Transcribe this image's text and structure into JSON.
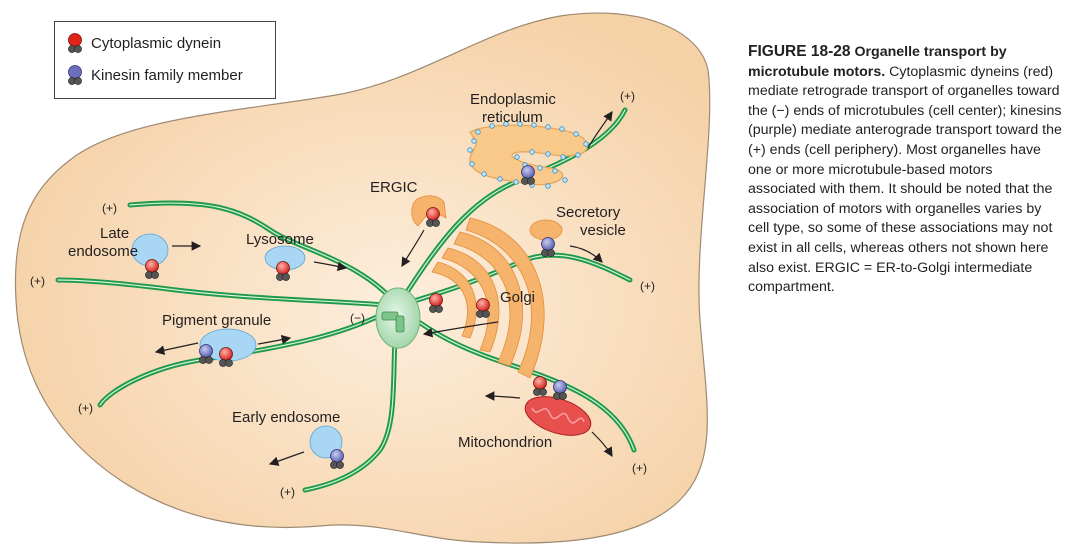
{
  "legend": {
    "dynein_label": "Cytoplasmic dynein",
    "kinesin_label": "Kinesin family member"
  },
  "labels": {
    "er_line1": "Endoplasmic",
    "er_line2": "reticulum",
    "ergic": "ERGIC",
    "secretory_line1": "Secretory",
    "secretory_line2": "vesicle",
    "late_endosome_line1": "Late",
    "late_endosome_line2": "endosome",
    "lysosome": "Lysosome",
    "pigment_granule": "Pigment granule",
    "golgi": "Golgi",
    "early_endosome": "Early endosome",
    "mitochondrion": "Mitochondrion",
    "minus_end": "(−)",
    "plus_end": "(+)"
  },
  "caption": {
    "figure_number": "FIGURE 18-28",
    "title": "Organelle transport by microtubule motors.",
    "body": "Cytoplasmic dyneins (red) mediate retrograde transport of organelles toward the (−) ends of microtubules (cell center); kinesins (purple) mediate anterograde transport toward the (+) ends (cell periphery). Most organelles have one or more microtubule-based motors associated with them. It should be noted that the association of motors with organelles varies by cell type, so some of these associations may not exist in all cells, whereas others not shown here also exist. ERGIC = ER-to-Golgi intermediate compartment."
  },
  "colors": {
    "cell_fill": "#f8d7b0",
    "microtubule": "#1e9a48",
    "dynein": "#e2231a",
    "kinesin": "#6a6fbd",
    "organelle_blue": "#a9d6f2",
    "golgi_orange": "#f6b36b",
    "mitochondrion_red": "#e8504e"
  }
}
